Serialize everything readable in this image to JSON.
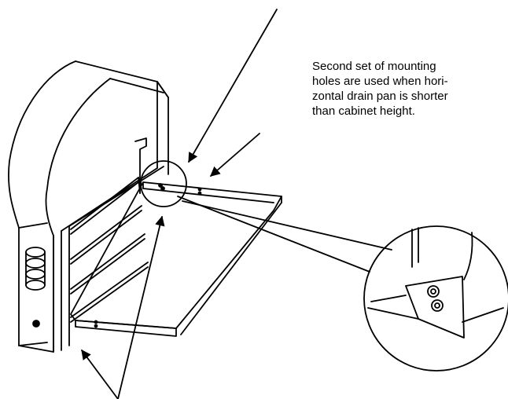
{
  "callout": {
    "lines": [
      "Second set of mounting",
      "holes are used when hori-",
      "zontal drain pan is shorter",
      "than cabinet height."
    ]
  },
  "colors": {
    "line": "#000000",
    "background": "#ffffff"
  }
}
